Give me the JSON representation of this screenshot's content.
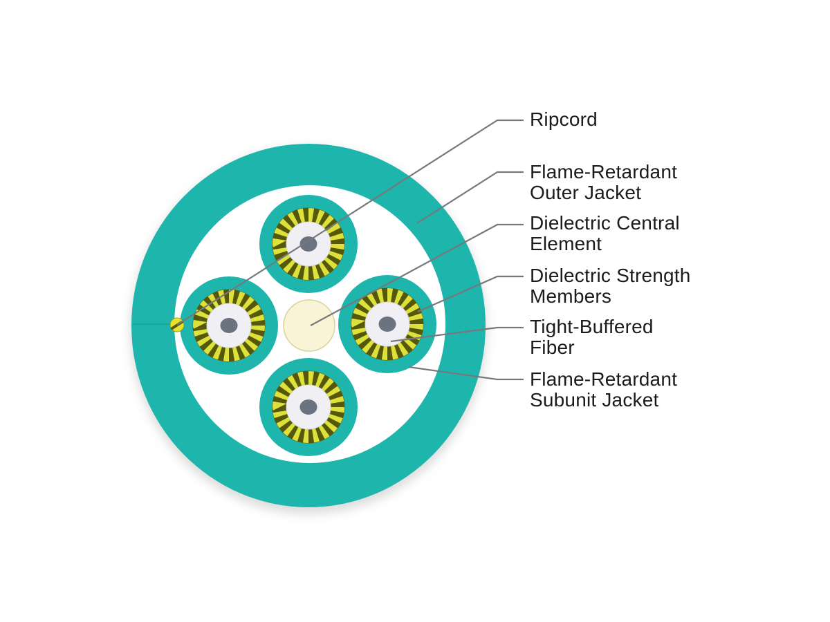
{
  "diagram": {
    "subject": "Fiber optic cable cross-section",
    "labels": [
      {
        "id": "ripcord",
        "text": "Ripcord"
      },
      {
        "id": "flame-retardant-outer-jacket",
        "text": "Flame-Retardant\nOuter Jacket"
      },
      {
        "id": "dielectric-central-element",
        "text": "Dielectric Central\nElement"
      },
      {
        "id": "dielectric-strength-members",
        "text": "Dielectric Strength\nMembers"
      },
      {
        "id": "tight-buffered-fiber",
        "text": "Tight-Buffered\nFiber"
      },
      {
        "id": "flame-retardant-subunit-jacket",
        "text": "Flame-Retardant\nSubunit Jacket"
      }
    ]
  },
  "colors": {
    "jacket_teal": "#1db5ac",
    "yarn_bright": "#dde13a",
    "yarn_dark": "#55570b",
    "buffer_white": "#f0f0f4",
    "fiber_gray": "#6b7280",
    "central_cream": "#f9f4d5",
    "central_cream_border": "#d9d2a0",
    "ripcord_yellow": "#e6e22e",
    "leader_line": "#77787c",
    "label_text": "#1b1b1b"
  }
}
